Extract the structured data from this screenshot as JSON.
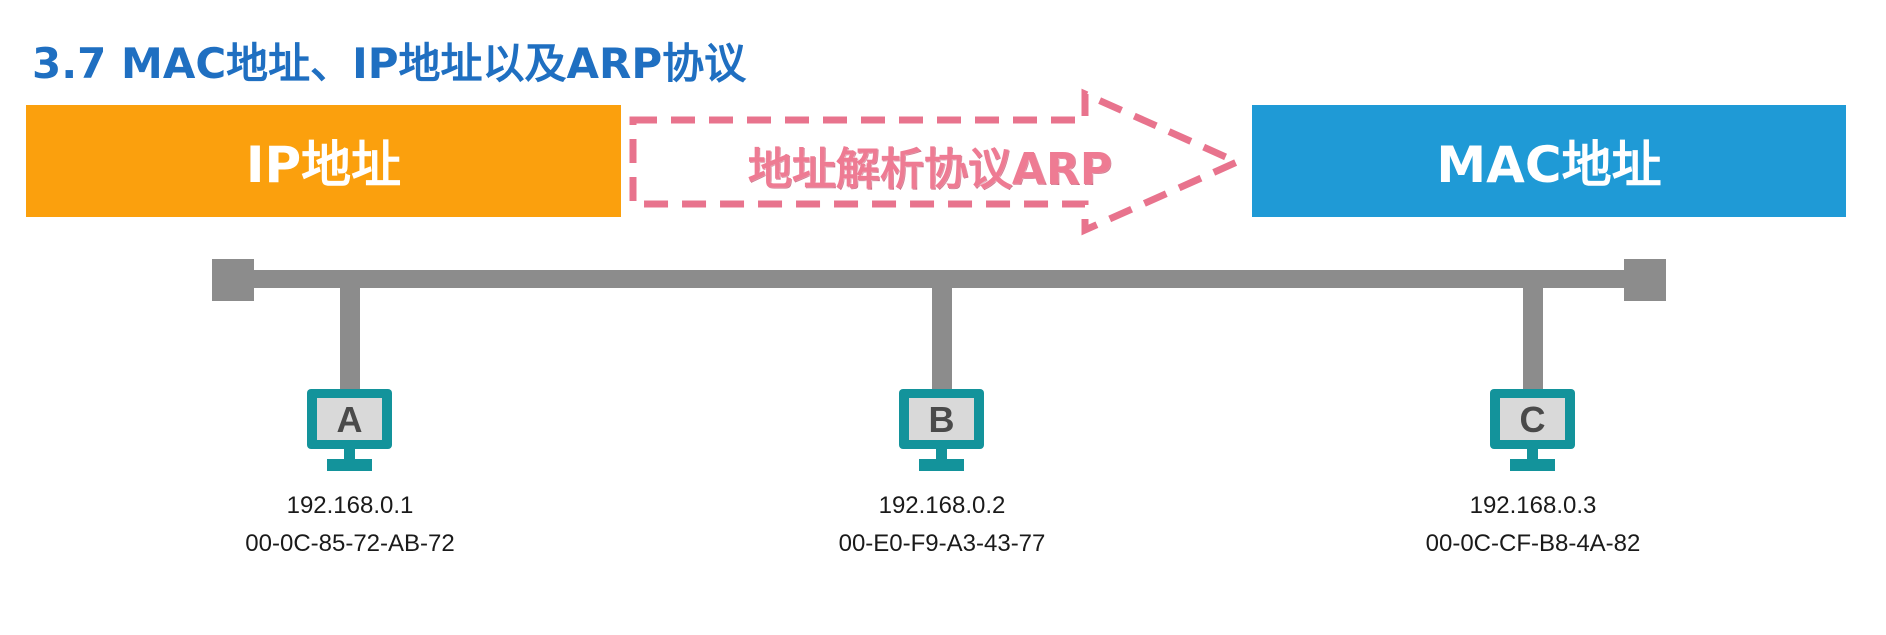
{
  "title": "3.7 MAC地址、IP地址以及ARP协议",
  "ip_box": {
    "label": "IP地址",
    "color": "#fba00d"
  },
  "arrow": {
    "label": "地址解析协议ARP",
    "color": "#e8738d"
  },
  "mac_box": {
    "label": "MAC地址",
    "color": "#1f9ad6"
  },
  "bus_color": "#8c8c8c",
  "monitor_color": "#13939b",
  "hosts": [
    {
      "letter": "A",
      "ip": "192.168.0.1",
      "mac": "00-0C-85-72-AB-72"
    },
    {
      "letter": "B",
      "ip": "192.168.0.2",
      "mac": "00-E0-F9-A3-43-77"
    },
    {
      "letter": "C",
      "ip": "192.168.0.3",
      "mac": "00-0C-CF-B8-4A-82"
    }
  ]
}
